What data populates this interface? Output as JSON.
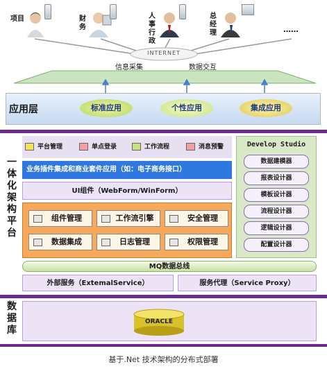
{
  "users": [
    {
      "label": "项目"
    },
    {
      "label": "财务"
    },
    {
      "label": "人事行政"
    },
    {
      "label": "总经理"
    },
    {
      "label": "……"
    }
  ],
  "internet_label": "INTERNET",
  "collect_label": "信息采集",
  "interact_label": "数据交互",
  "app_layer": {
    "title": "应用层",
    "apps": [
      "标准应用",
      "个性应用",
      "集成应用"
    ]
  },
  "platform": {
    "title_chars": [
      "一",
      "体",
      "化",
      "架",
      "构",
      "平",
      "台"
    ],
    "modules": [
      "平台管理",
      "单点登录",
      "工作流程",
      "消息预警"
    ],
    "business_plugin": "业务插件集成和商业套件应用（如：电子商务接口）",
    "ui_component": "UI组件（WebForm/WinForm）",
    "components": [
      "组件管理",
      "工作流引擎",
      "安全管理",
      "数据集成",
      "日志管理",
      "权限管理"
    ],
    "develop_studio": {
      "title": "Develop Studio",
      "tools": [
        "数据建模器",
        "报表设计器",
        "模板设计器",
        "流程设计器",
        "逻辑设计器",
        "配置设计器"
      ]
    },
    "mq_bus": "MQ数据总线",
    "external_service": "外部服务（ExtemalService）",
    "service_proxy": "服务代理（Service Proxy）"
  },
  "database": {
    "title_chars": [
      "数",
      "据",
      "库"
    ],
    "db_name": "ORACLE"
  },
  "caption": "基于.Net 技术架构的分布式部署"
}
